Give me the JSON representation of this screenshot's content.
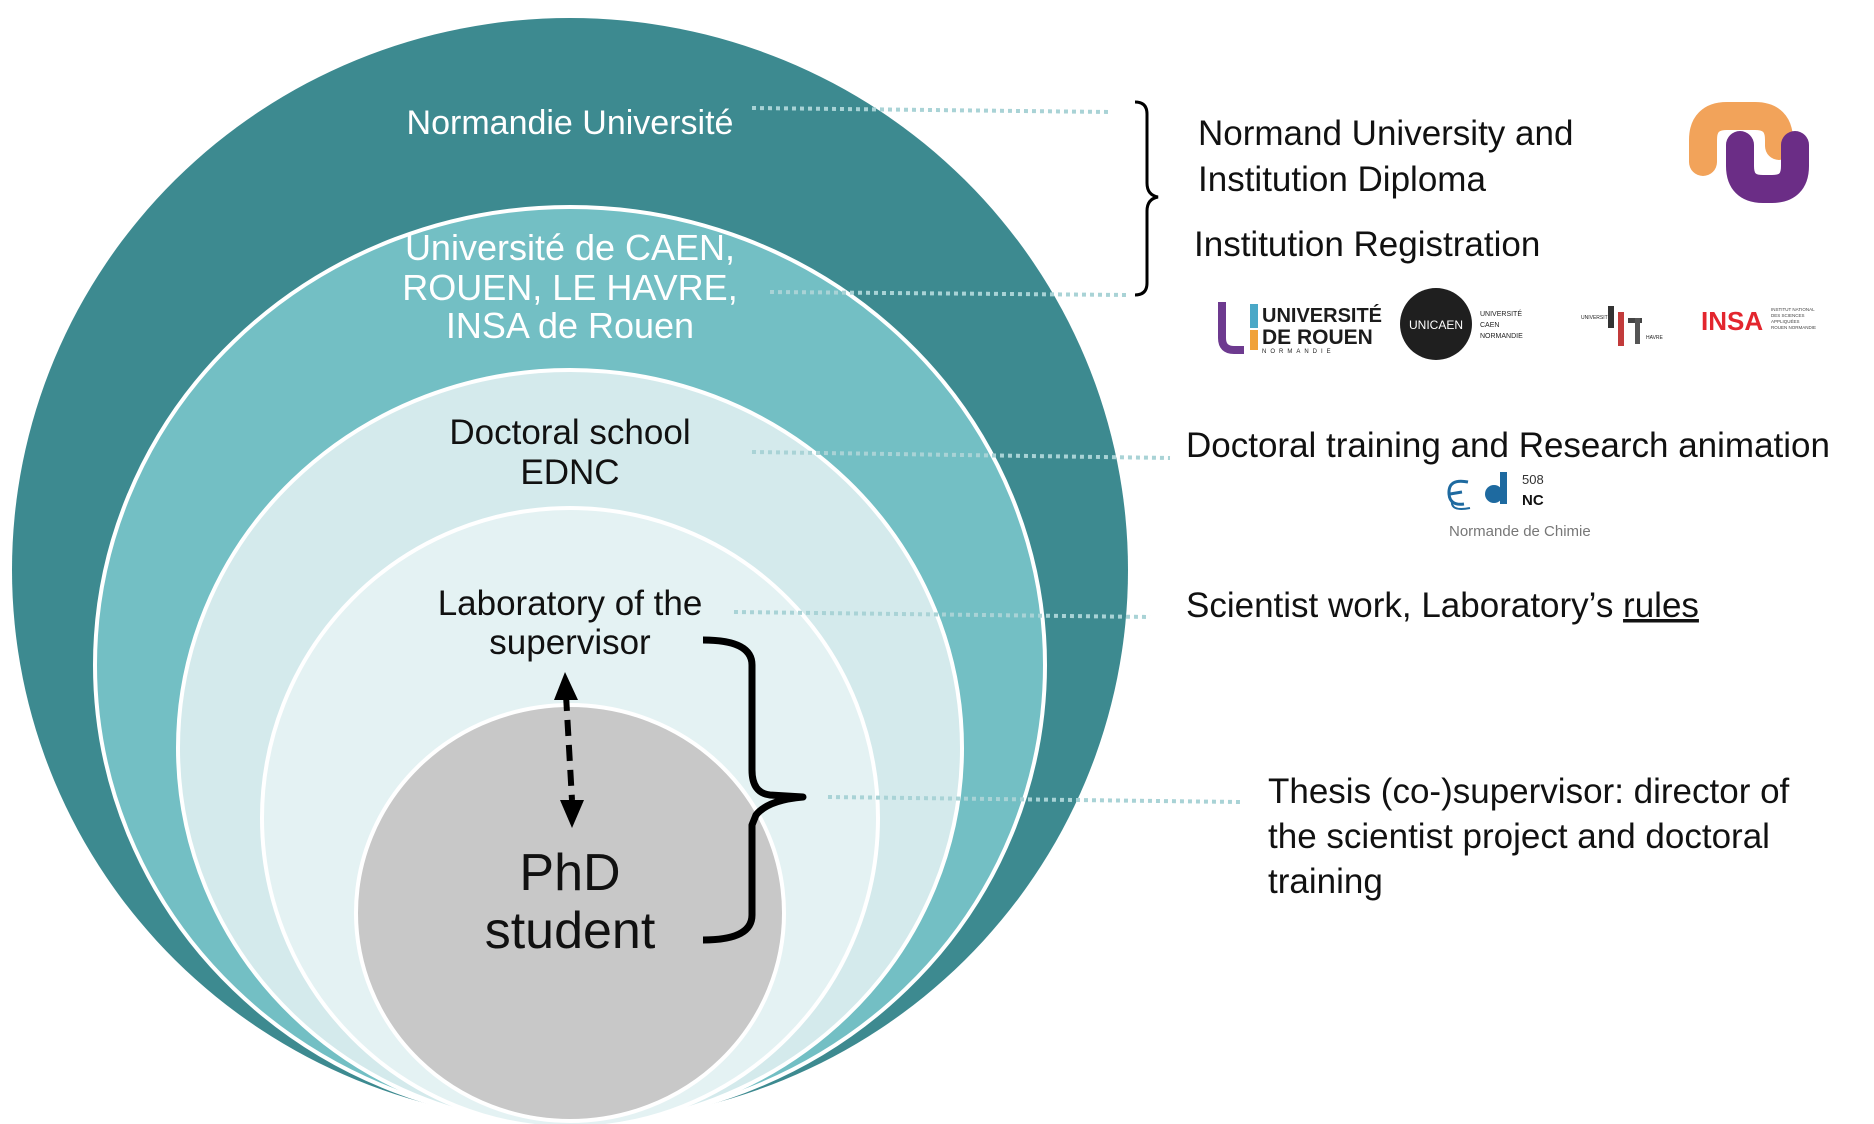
{
  "colors": {
    "ring1": "#3d8a90",
    "ring2": "#73bfc4",
    "ring3": "#d4eaec",
    "ring4": "#e4f2f3",
    "core": "#c8c8c8",
    "leader": "#a9d3d6",
    "nu_orange": "#f2a35a",
    "nu_purple": "#6b2d86",
    "rouen_purple": "#6d3a8f",
    "insa_red": "#e3262e"
  },
  "circles": {
    "normandie": "Normandie Université",
    "universities": [
      "Université de CAEN,",
      "ROUEN, LE HAVRE,",
      "INSA de Rouen"
    ],
    "doctoral_school": [
      "Doctoral school",
      "EDNC"
    ],
    "laboratory": [
      "Laboratory of the",
      "supervisor"
    ],
    "phd": [
      "PhD",
      "student"
    ]
  },
  "annotations": {
    "diploma": [
      "Normand University and",
      "Institution Diploma"
    ],
    "registration": "Institution Registration",
    "doctoral_training": "Doctoral training and Research animation",
    "scientist_work_prefix": "Scientist work, Laboratory’s ",
    "scientist_work_link": "rules",
    "thesis": [
      "Thesis (co-)supervisor: director of",
      "the scientist project and doctoral",
      "training"
    ]
  },
  "logos": {
    "normandie_university": "normandie-university-logo",
    "rouen": [
      "UNIVERSITÉ",
      "DE ROUEN",
      "NORMANDIE"
    ],
    "caen": [
      "UNICAEN",
      "UNIVERSITÉ",
      "CAEN",
      "NORMANDIE"
    ],
    "havre": [
      "UNIVERSITÉ",
      "HAVRE"
    ],
    "insa": [
      "INSA",
      "INSTITUT NATIONAL",
      "DES SCIENCES",
      "APPLIQUÉES",
      "ROUEN NORMANDIE"
    ],
    "ednc": [
      "508",
      "NC",
      "Normande de Chimie"
    ]
  }
}
